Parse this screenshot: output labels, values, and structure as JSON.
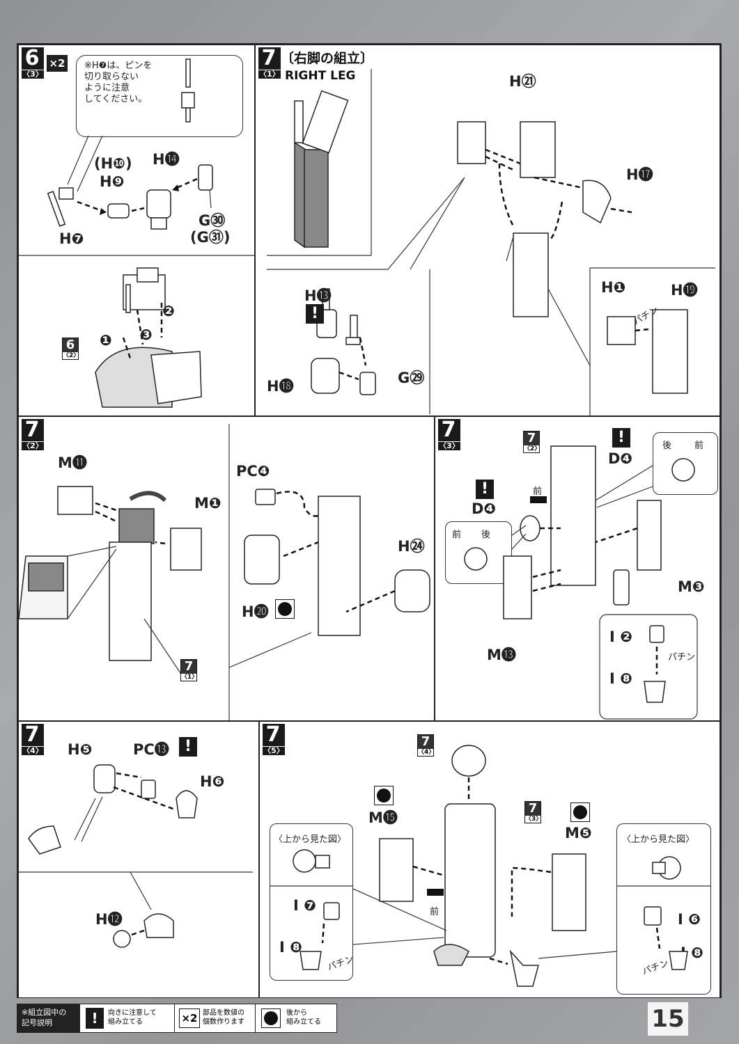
{
  "step6": {
    "num": "6",
    "sub": "〈3〉",
    "mult": "×2",
    "note": [
      "※H❼は、ピンを",
      "切り取らない",
      "ように注意",
      "してください。"
    ],
    "parts": {
      "h10": "(H❿)",
      "h9": "H❾",
      "h14": "H⓮",
      "g30": "G㉚",
      "g31": "(G㉛)",
      "h7": "H❼"
    },
    "ref": {
      "n": "6",
      "s": "〈2〉"
    },
    "order": [
      "❶",
      "❷",
      "❸"
    ]
  },
  "step7_1": {
    "num": "7",
    "sub": "〈1〉",
    "title": "〔右脚の組立〕",
    "subtitle": "RIGHT LEG",
    "parts": {
      "h21": "H㉑",
      "h17": "H⓱",
      "h13": "H⓭",
      "g29": "G㉙",
      "h18": "H⓲",
      "h1": "H❶",
      "h19": "H⓳"
    },
    "snap": "パチン"
  },
  "step7_2": {
    "num": "7",
    "sub": "〈2〉",
    "parts": {
      "m11": "M⓫",
      "m1": "M❶",
      "pc4": "PC❹",
      "h24": "H㉔",
      "h20": "H⓴"
    },
    "ref": {
      "n": "7",
      "s": "〈1〉"
    }
  },
  "step7_3": {
    "num": "7",
    "sub": "〈3〉",
    "parts": {
      "d4a": "D❹",
      "d4b": "D❹",
      "m3": "M❸",
      "m13": "M⓭",
      "i2": "I ❷",
      "i8": "I ❽"
    },
    "ref": {
      "n": "7",
      "s": "〈2〉"
    },
    "front": "前",
    "back": "後",
    "snap": "パチン"
  },
  "step7_4": {
    "num": "7",
    "sub": "〈4〉",
    "parts": {
      "h5": "H❺",
      "pc13": "PC⓭",
      "h6": "H❻",
      "h12": "H⓬"
    }
  },
  "step7_5": {
    "num": "7",
    "sub": "〈5〉",
    "parts": {
      "m15": "M⓯",
      "m5": "M❺",
      "i7": "I ❼",
      "i8a": "I ❽",
      "i6": "I ❻",
      "i8b": "I ❽"
    },
    "ref_top": {
      "n": "7",
      "s": "〈4〉"
    },
    "ref_mid": {
      "n": "7",
      "s": "〈3〉"
    },
    "top_view": "〈上から見た図〉",
    "front": "前",
    "snap": "パチン"
  },
  "legend": {
    "title": [
      "※組立図中の",
      "記号説明"
    ],
    "items": [
      {
        "sym": "!",
        "text": [
          "向きに注意して",
          "組み立てる"
        ]
      },
      {
        "sym": "×2",
        "text": [
          "部品を数値の",
          "個数作ります"
        ]
      },
      {
        "sym": "●",
        "text": [
          "後から",
          "組み立てる"
        ]
      }
    ]
  },
  "page_number": "15"
}
